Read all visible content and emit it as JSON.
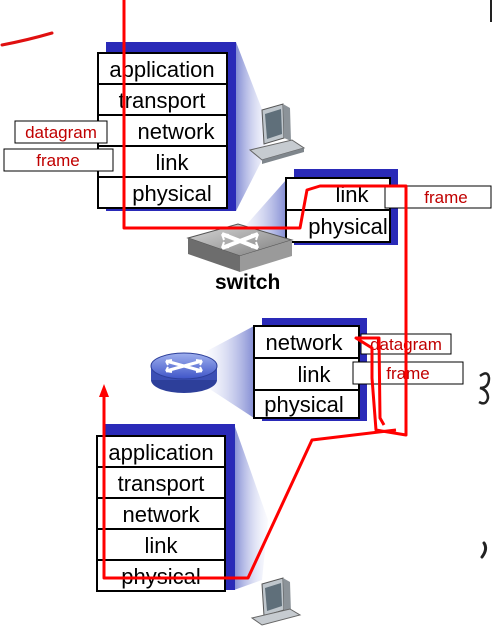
{
  "host_top": {
    "layers": [
      "application",
      "transport",
      "network",
      "link",
      "physical"
    ],
    "tags": {
      "datagram": "datagram",
      "frame": "frame"
    }
  },
  "switch": {
    "layers": [
      "link",
      "physical"
    ],
    "tag": "frame",
    "label": "switch"
  },
  "router": {
    "layers": [
      "network",
      "link",
      "physical"
    ],
    "tags": {
      "datagram": "datagram",
      "frame": "frame"
    }
  },
  "host_bottom": {
    "layers": [
      "application",
      "transport",
      "network",
      "link",
      "physical"
    ]
  },
  "colors": {
    "path": "#ff0000",
    "tag_text": "#c00000",
    "stack_shadow": "#2a2ab8",
    "stack_border": "#000000"
  }
}
